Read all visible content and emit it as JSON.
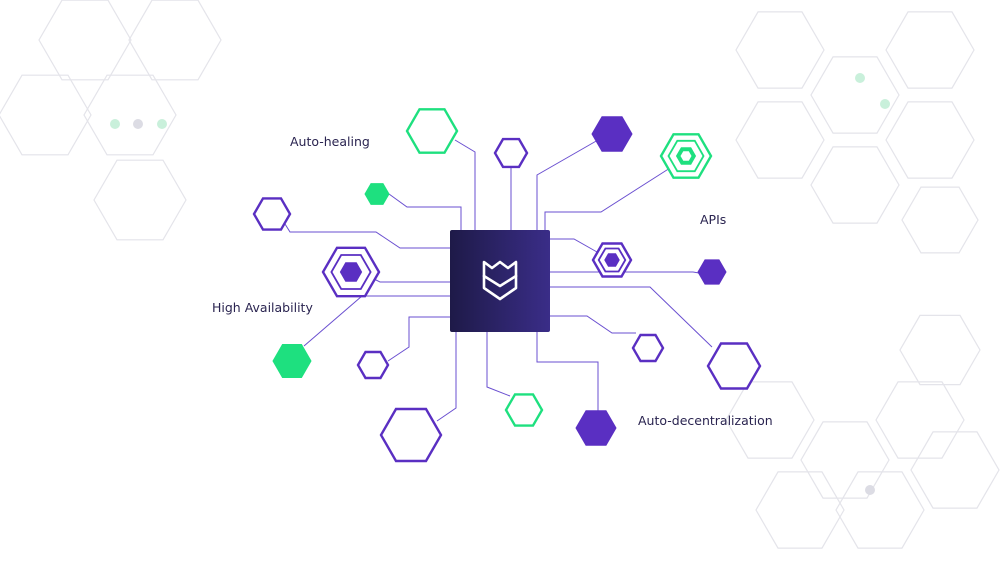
{
  "labels": {
    "auto_healing": "Auto-healing",
    "high_availability": "High Availability",
    "apis": "APIs",
    "auto_decentralization": "Auto-decentralization"
  },
  "colors": {
    "purple": "#5a2fc2",
    "green": "#1ee07f",
    "chip_dark": "#1e1a48",
    "chip_light": "#3a2d88",
    "line": "#6a4fd0",
    "background_pattern": "#e6e6ea",
    "text": "#2a2450"
  },
  "center_logo": {
    "icon": "shield-crown-logo-icon"
  },
  "nodes": [
    {
      "name": "hex-node-top-green-outline",
      "color": "green",
      "style": "outline"
    },
    {
      "name": "hex-node-top-purple-small",
      "color": "purple",
      "style": "outline"
    },
    {
      "name": "hex-node-top-purple-filled",
      "color": "purple",
      "style": "filled"
    },
    {
      "name": "hex-node-green-badge",
      "color": "green",
      "style": "badge"
    },
    {
      "name": "hex-node-green-small-filled",
      "color": "green",
      "style": "filled"
    },
    {
      "name": "hex-node-left-purple-outline",
      "color": "purple",
      "style": "outline"
    },
    {
      "name": "hex-node-left-purple-badge",
      "color": "purple",
      "style": "badge"
    },
    {
      "name": "hex-node-right-purple-badge",
      "color": "purple",
      "style": "badge"
    },
    {
      "name": "hex-node-right-purple-filled",
      "color": "purple",
      "style": "filled"
    },
    {
      "name": "hex-node-left-green-filled",
      "color": "green",
      "style": "filled"
    },
    {
      "name": "hex-node-left-purple-small",
      "color": "purple",
      "style": "outline"
    },
    {
      "name": "hex-node-right-purple-small",
      "color": "purple",
      "style": "outline"
    },
    {
      "name": "hex-node-right-purple-large",
      "color": "purple",
      "style": "outline"
    },
    {
      "name": "hex-node-bottom-purple-large",
      "color": "purple",
      "style": "outline"
    },
    {
      "name": "hex-node-bottom-green-outline",
      "color": "green",
      "style": "outline"
    },
    {
      "name": "hex-node-bottom-purple-filled",
      "color": "purple",
      "style": "filled"
    }
  ]
}
